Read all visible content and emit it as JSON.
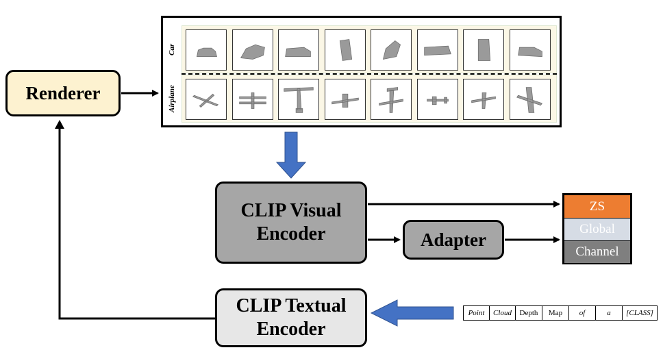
{
  "renderer": {
    "label": "Renderer"
  },
  "visual_encoder": {
    "label_line1": "CLIP Visual",
    "label_line2": "Encoder"
  },
  "adapter": {
    "label": "Adapter"
  },
  "textual_encoder": {
    "label_line1": "CLIP Textual",
    "label_line2": "Encoder"
  },
  "views": {
    "row1_label": "Car",
    "row2_label": "Airplane"
  },
  "outputs": [
    {
      "label": "ZS",
      "color": "#ed7d31",
      "text_color": "#ffffff"
    },
    {
      "label": "Global",
      "color": "#d6dce5",
      "text_color": "#ffffff"
    },
    {
      "label": "Channel",
      "color": "#7f7f7f",
      "text_color": "#ffffff"
    }
  ],
  "prompt_tokens": [
    "Point",
    "Cloud",
    "Depth",
    "Map",
    "of",
    "a",
    "[CLASS]"
  ],
  "colors": {
    "blue_arrow": "#4472c4",
    "renderer_fill": "#fdf2d0",
    "visual_fill": "#a6a6a6",
    "textual_fill": "#e7e7e7"
  }
}
